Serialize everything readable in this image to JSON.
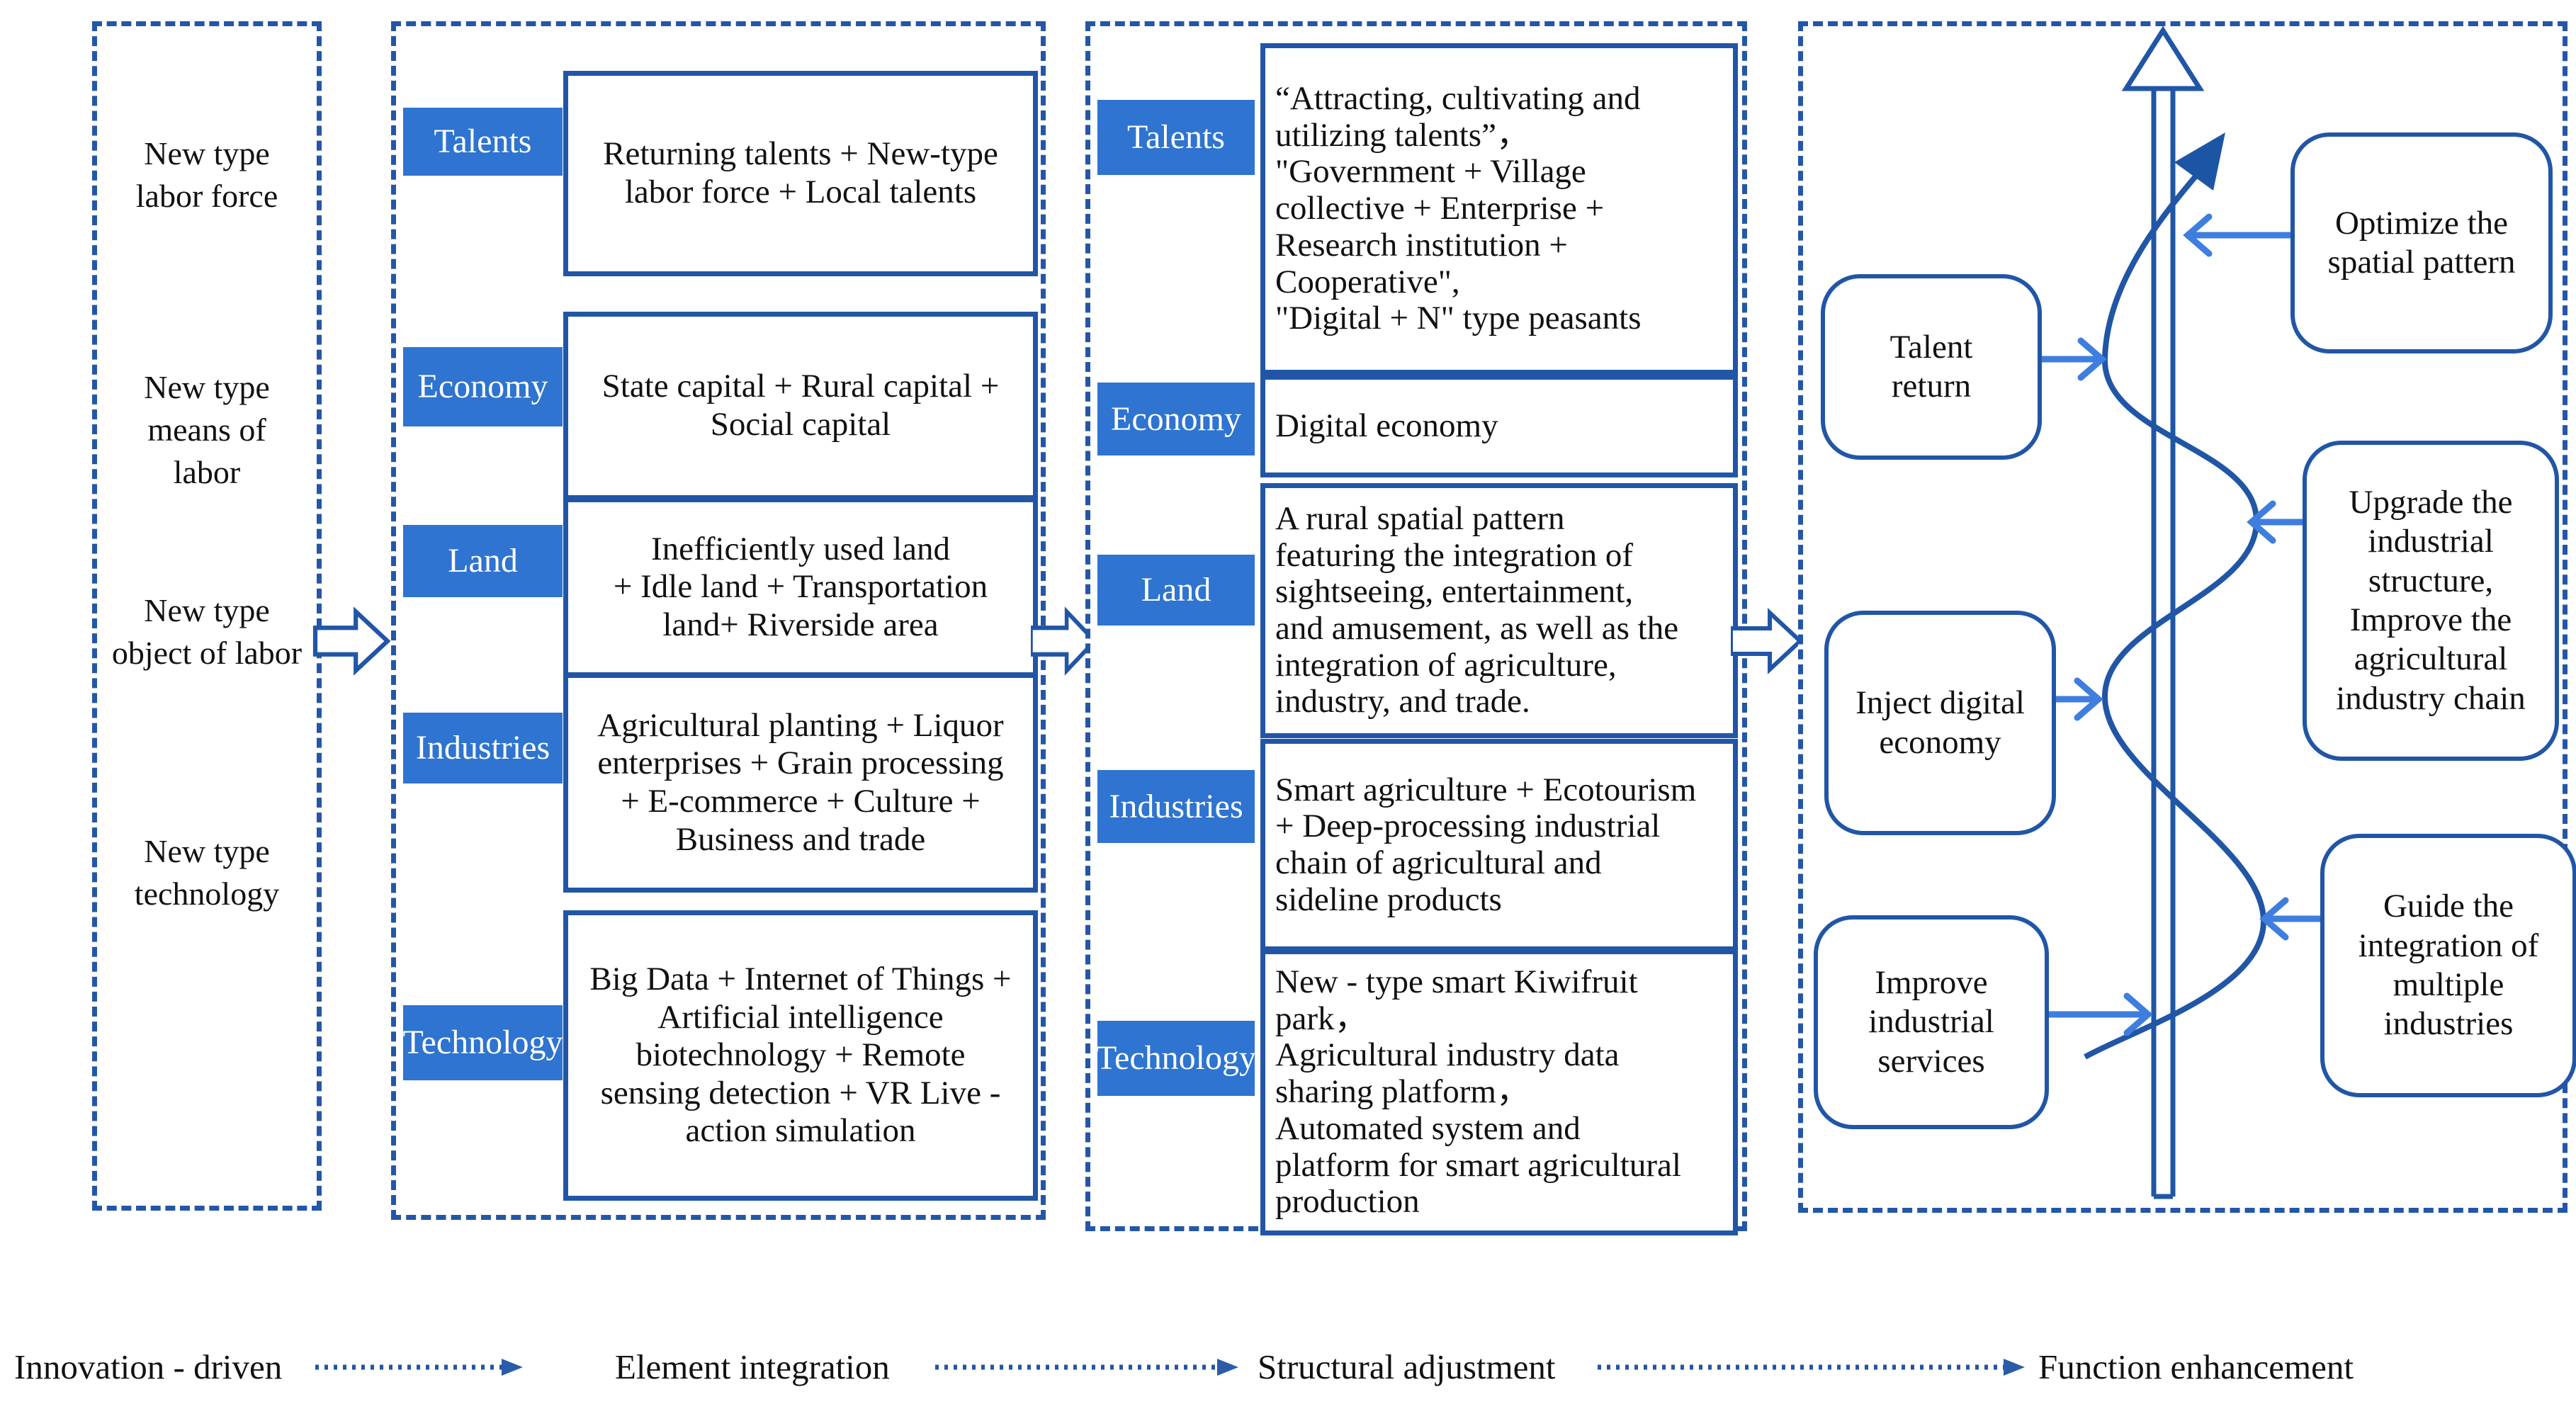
{
  "colors": {
    "label_blue": "#2e74d0",
    "stroke_blue": "#2156a6",
    "arrow_light_blue": "#3e7ede",
    "text_black": "#111111"
  },
  "panel1": {
    "items": [
      "New type\nlabor force",
      "New type\nmeans of\nlabor",
      "New type\nobject of labor",
      "New type\ntechnology"
    ]
  },
  "panel2": {
    "rows": [
      {
        "label": "Talents",
        "text": "Returning talents + New-type\nlabor force + Local talents"
      },
      {
        "label": "Economy",
        "text": "State capital + Rural capital +\nSocial capital"
      },
      {
        "label": "Land",
        "text": "Inefficiently used land\n+ Idle land + Transportation\nland+ Riverside area"
      },
      {
        "label": "Industries",
        "text": "Agricultural planting + Liquor\nenterprises + Grain processing\n+ E-commerce + Culture +\nBusiness and trade"
      },
      {
        "label": "Technology",
        "text": "Big Data + Internet of Things +\nArtificial intelligence\nbiotechnology + Remote\nsensing detection + VR Live -\naction simulation"
      }
    ]
  },
  "panel3": {
    "rows": [
      {
        "label": "Talents",
        "text": "“Attracting, cultivating and\nutilizing talents”，\n\"Government + Village\ncollective + Enterprise +\nResearch institution +\nCooperative\",\n\"Digital + N\" type peasants"
      },
      {
        "label": "Economy",
        "text": "Digital economy"
      },
      {
        "label": "Land",
        "text": "A rural spatial pattern\nfeaturing the integration of\nsightseeing, entertainment,\nand amusement, as well as the\nintegration of agriculture,\nindustry, and trade."
      },
      {
        "label": "Industries",
        "text": "Smart agriculture + Ecotourism\n+ Deep-processing industrial\nchain of agricultural and\nsideline products"
      },
      {
        "label": "Technology",
        "text": "New - type smart Kiwifruit\npark，\nAgricultural industry data\nsharing platform，\nAutomated system and\nplatform for smart agricultural\nproduction"
      }
    ]
  },
  "panel4": {
    "left_boxes": [
      "Talent\nreturn",
      "Inject digital\neconomy",
      "Improve\nindustrial\nservices"
    ],
    "right_boxes": [
      "Optimize the\nspatial pattern",
      "Upgrade the\nindustrial\nstructure,\nImprove the\nagricultural\nindustry chain",
      "Guide the\nintegration of\nmultiple\nindustries"
    ]
  },
  "footer": {
    "stages": [
      "Innovation - driven",
      "Element integration",
      "Structural adjustment",
      "Function enhancement"
    ]
  }
}
